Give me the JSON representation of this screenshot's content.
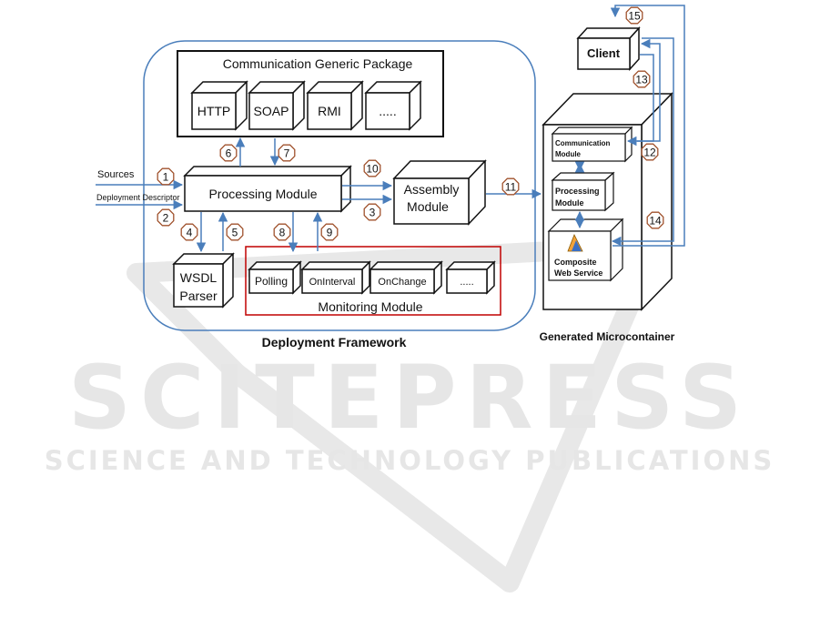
{
  "watermark": {
    "brand": "SCITEPRESS",
    "tagline": "SCIENCE AND TECHNOLOGY PUBLICATIONS"
  },
  "framework": {
    "caption": "Deployment Framework",
    "comm_package": {
      "title": "Communication Generic Package",
      "protocols": [
        "HTTP",
        "SOAP",
        "RMI",
        "....."
      ]
    },
    "processing_module": "Processing Module",
    "assembly_module": [
      "Assembly",
      "Module"
    ],
    "wsdl_parser": [
      "WSDL",
      "Parser"
    ],
    "monitoring": {
      "title": "Monitoring Module",
      "items": [
        "Polling",
        "OnInterval",
        "OnChange",
        "....."
      ]
    },
    "inputs": {
      "sources": "Sources",
      "deployment_descriptor": "Deployment Descriptor"
    }
  },
  "microcontainer": {
    "caption": "Generated Microcontainer",
    "client": "Client",
    "communication_module": [
      "Communication",
      "Module"
    ],
    "processing_module": [
      "Processing",
      "Module"
    ],
    "composite_ws": [
      "Composite",
      "Web Service"
    ]
  },
  "steps": [
    "1",
    "2",
    "3",
    "4",
    "5",
    "6",
    "7",
    "8",
    "9",
    "10",
    "11",
    "12",
    "13",
    "14",
    "15"
  ],
  "colors": {
    "arrow": "#4a7ebb",
    "badge_stroke": "#a0522d",
    "frame": "#4a7ebb",
    "monitoring_frame": "#c00000"
  }
}
